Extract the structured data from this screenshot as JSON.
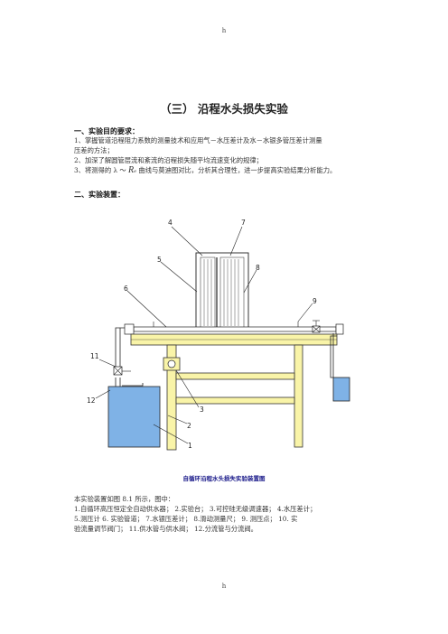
{
  "header": {
    "top_mark": "h",
    "bottom_mark": "h"
  },
  "title": "（三）  沿程水头损失实验",
  "section1": {
    "heading": "一、实验目的要求：",
    "line1": "1、掌握管道沿程阻力系数的测量技术和应用气－水压差计及水－水银多管压差计测量",
    "line1b": "压差的方法；",
    "line2": "2、加深了解圆管层流和紊流的沿程损失随平均流速变化的规律；",
    "line3_pre": "3、将测得的 λ ～ ",
    "line3_R": "R",
    "line3_sub": "e",
    "line3_post": " 曲线与莫迪图对比，分析其合理性，进一步提高实验结果分析能力。"
  },
  "section2": {
    "heading": "二、实验装置："
  },
  "figure": {
    "caption": "自循环沿程水头损失实验装置图",
    "labels": [
      "1",
      "2",
      "3",
      "4",
      "5",
      "6",
      "7",
      "8",
      "9",
      "11",
      "12"
    ]
  },
  "description": {
    "line1": "本实验装置如图 8.1 所示，图中：",
    "line2": "1.自循环高压恒定全自动供水器；  2.实验台；  3.可控硅无级调速器；  4.水压差计；",
    "line3": "5.测压计   6. 实验管道；  7.水银压差计；   8.滑动测量尺；  9. 测压点；  10. 实",
    "line4": "验流量调节阀门；  11.供水管与供水阀；  12.分流管与分流阀。"
  },
  "colors": {
    "frame_fill": "#f9f4a8",
    "frame_stroke": "#333333",
    "tank_fill": "#7fb2e6",
    "caption": "#1a1a8a"
  }
}
